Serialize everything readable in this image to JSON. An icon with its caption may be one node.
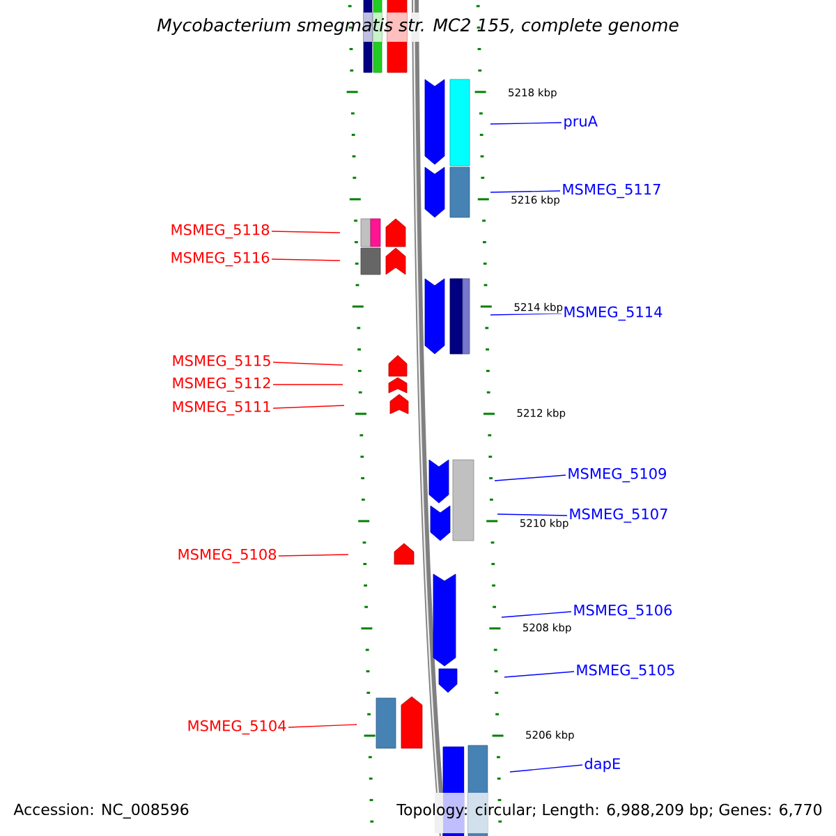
{
  "diagram": {
    "title": "Mycobacterium smegmatis str. MC2 155, complete genome",
    "nodes": [
      {
        "text": [
          "pruA"
        ]
      },
      {
        "text": [
          "MSMEG_5117"
        ]
      },
      {
        "text": [
          "MSMEG_5118"
        ]
      },
      {
        "text": [
          "MSMEG_5116"
        ]
      },
      {
        "text": [
          "MSMEG_5114"
        ]
      },
      {
        "text": [
          "MSMEG_5115"
        ]
      },
      {
        "text": [
          "MSMEG_5112"
        ]
      },
      {
        "text": [
          "MSMEG_5111"
        ]
      },
      {
        "text": [
          "MSMEG_5109"
        ]
      },
      {
        "text": [
          "MSMEG_5107"
        ]
      },
      {
        "text": [
          "MSMEG_5108"
        ]
      },
      {
        "text": [
          "MSMEG_5106"
        ]
      },
      {
        "text": [
          "MSMEG_5105"
        ]
      },
      {
        "text": [
          "MSMEG_5104"
        ]
      },
      {
        "text": [
          "dapE"
        ]
      }
    ],
    "edges": [
      {
        "from": 0,
        "to": null,
        "arrow": "none"
      },
      {
        "from": 1,
        "to": null,
        "arrow": "none"
      },
      {
        "from": 2,
        "to": null,
        "arrow": "none",
        "color": "#ff0000"
      },
      {
        "from": 3,
        "to": null,
        "arrow": "none",
        "color": "#ff0000"
      },
      {
        "from": 4,
        "to": null,
        "arrow": "none"
      },
      {
        "from": 5,
        "to": null,
        "arrow": "none",
        "color": "#ff0000"
      },
      {
        "from": 6,
        "to": null,
        "arrow": "none",
        "color": "#ff0000"
      },
      {
        "from": 7,
        "to": null,
        "arrow": "none",
        "color": "#ff0000"
      },
      {
        "from": 8,
        "to": null,
        "arrow": "none"
      },
      {
        "from": 9,
        "to": null,
        "arrow": "none"
      },
      {
        "from": 10,
        "to": null,
        "arrow": "none",
        "color": "#ff0000"
      },
      {
        "from": 11,
        "to": null,
        "arrow": "none"
      },
      {
        "from": 12,
        "to": null,
        "arrow": "none"
      },
      {
        "from": 13,
        "to": null,
        "arrow": "none",
        "color": "#ff0000"
      },
      {
        "from": 14,
        "to": null,
        "arrow": "none"
      }
    ],
    "labels": [
      "5218 kbp",
      "5216 kbp",
      "5214 kbp",
      "5212 kbp",
      "5210 kbp",
      "5208 kbp",
      "5206 kbp",
      "Accession: NC_008596",
      "Topology: circular; Length: 6,988,209 bp; Genes: 6,770"
    ]
  }
}
